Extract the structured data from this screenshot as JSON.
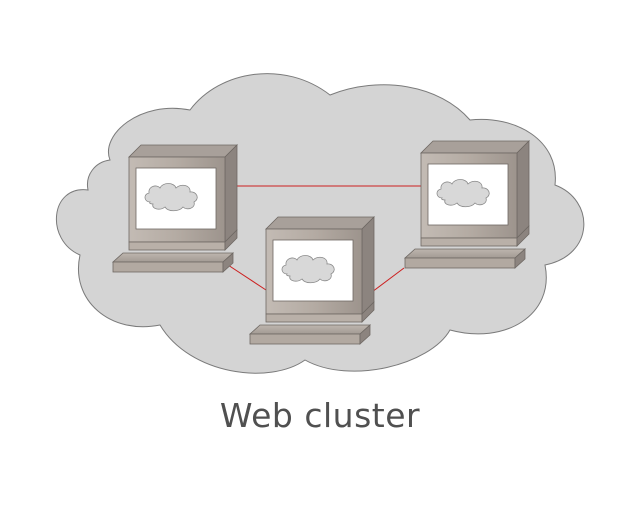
{
  "diagram": {
    "caption": "Web cluster",
    "colors": {
      "cloud_fill": "#d4d4d4",
      "cloud_stroke": "#7a7a7a",
      "link": "#cc1f1f",
      "case_front": "#b7aea6",
      "case_top": "#9f9792",
      "case_side": "#8b837e",
      "screen": "#ffffff",
      "mini_cloud": "#d6d6d6"
    },
    "nodes": [
      {
        "id": "terminal-left",
        "icon": "computer-terminal-icon"
      },
      {
        "id": "terminal-center",
        "icon": "computer-terminal-icon"
      },
      {
        "id": "terminal-right",
        "icon": "computer-terminal-icon"
      }
    ],
    "links": [
      {
        "from": "terminal-left",
        "to": "terminal-right"
      },
      {
        "from": "terminal-left",
        "to": "terminal-center"
      },
      {
        "from": "terminal-center",
        "to": "terminal-right"
      }
    ]
  }
}
